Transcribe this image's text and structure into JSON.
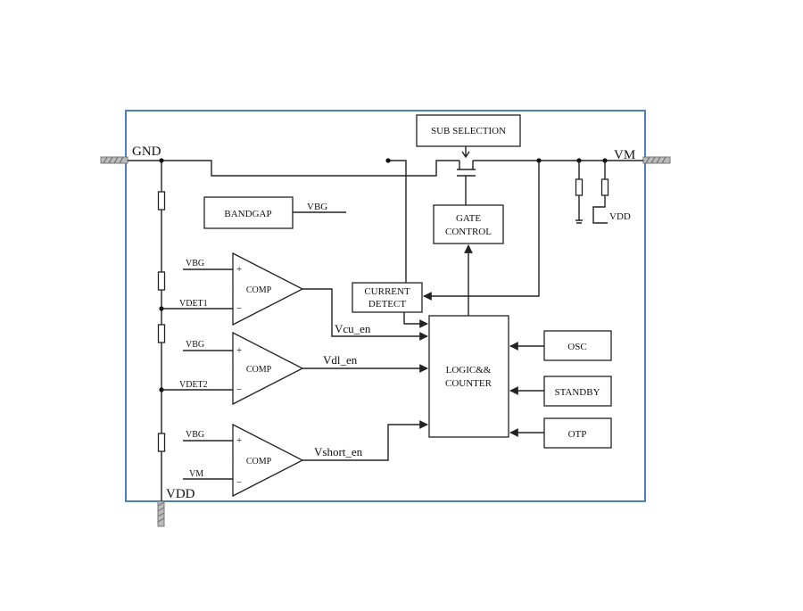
{
  "pins": {
    "gnd": "GND",
    "vm": "VM",
    "vdd_bottom": "VDD"
  },
  "blocks": {
    "sub_selection": "SUB SELECTION",
    "bandgap": "BANDGAP",
    "gate_control_line1": "GATE",
    "gate_control_line2": "CONTROL",
    "current_detect_line1": "CURRENT",
    "current_detect_line2": "DETECT",
    "logic_line1": "LOGIC&&",
    "logic_line2": "COUNTER",
    "osc": "OSC",
    "standby": "STANDBY",
    "otp": "OTP"
  },
  "signals": {
    "vbg_bandgap": "VBG",
    "vdd_right": "VDD",
    "vcu_en": "Vcu_en",
    "vdl_en": "Vdl_en",
    "vshort_en": "Vshort_en"
  },
  "comparators": [
    {
      "label": "COMP",
      "plus_input": "VBG",
      "minus_input": "VDET1",
      "plus_sign": "+",
      "minus_sign": "−"
    },
    {
      "label": "COMP",
      "plus_input": "VBG",
      "minus_input": "VDET2",
      "plus_sign": "+",
      "minus_sign": "−"
    },
    {
      "label": "COMP",
      "plus_input": "VBG",
      "minus_input": "VM",
      "plus_sign": "+",
      "minus_sign": "−"
    }
  ],
  "colors": {
    "frame": "#4a7fc1",
    "wire": "#222222",
    "pin_stub": "#777777"
  }
}
